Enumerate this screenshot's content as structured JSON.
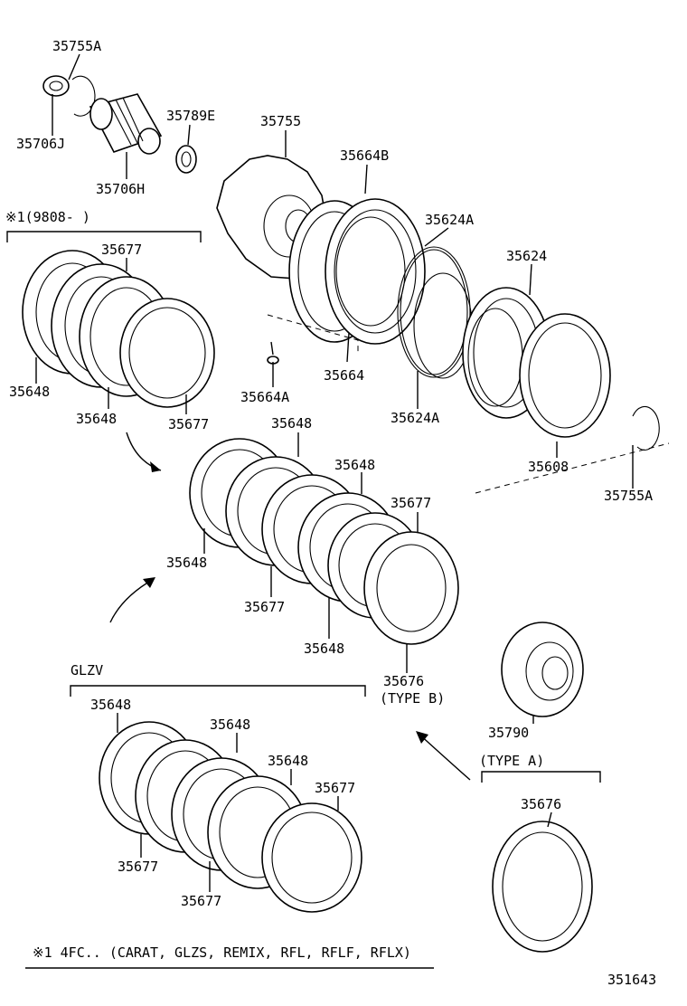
{
  "labels": {
    "p35755A_top": "35755A",
    "p35706J": "35706J",
    "p35789E": "35789E",
    "p35706H": "35706H",
    "p35755": "35755",
    "p35664B": "35664B",
    "p35624A_top": "35624A",
    "p35624": "35624",
    "p35664": "35664",
    "p35664A": "35664A",
    "p35624A_bot": "35624A",
    "p35608": "35608",
    "p35755A_bot": "35755A",
    "g1_35677a": "35677",
    "g1_35648a": "35648",
    "g1_35648b": "35648",
    "g1_35677b": "35677",
    "g2_35648a": "35648",
    "g2_35648b": "35648",
    "g2_35677a": "35677",
    "g2_35648c": "35648",
    "g2_35677b": "35677",
    "g2_35648d": "35648",
    "g2_35676": "35676",
    "g2_typeb": "(TYPE B)",
    "p35790": "35790",
    "typea": "(TYPE A)",
    "p35676a": "35676",
    "g3_35648a": "35648",
    "g3_35648b": "35648",
    "g3_35648c": "35648",
    "g3_35677a": "35677",
    "g3_35677b": "35677",
    "g3_35677c": "35677"
  },
  "group_headers": {
    "note_range": "※1(9808-     )",
    "glzv": "GLZV"
  },
  "footnote": "※1 4FC.. (CARAT, GLZS, REMIX, RFL, RFLF, RFLX)",
  "diagram_id": "351643"
}
